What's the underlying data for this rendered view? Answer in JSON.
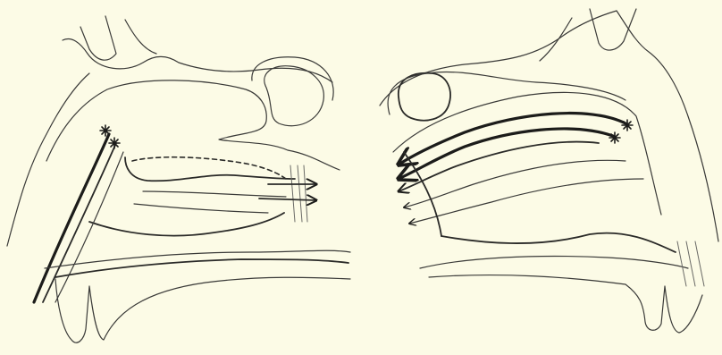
{
  "figure": {
    "background": "#fcfbe6",
    "ink": "#2a2a28",
    "panels": [
      {
        "id": "left-panel",
        "markers": 2,
        "arrows": 2
      },
      {
        "id": "right-panel",
        "markers": 2,
        "arrows": 5
      }
    ]
  }
}
